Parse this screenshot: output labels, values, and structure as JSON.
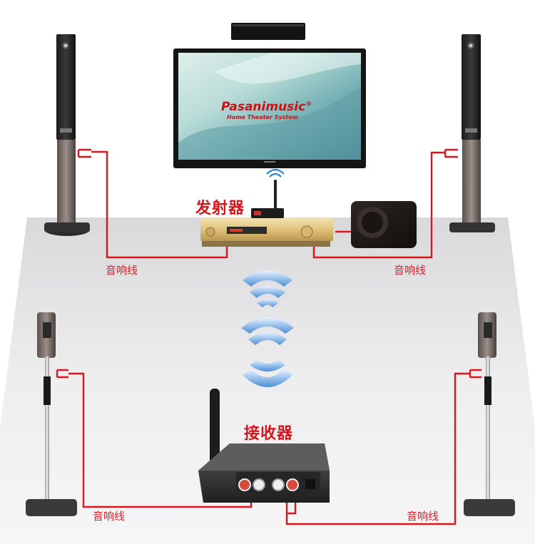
{
  "labels": {
    "transmitter": "发射器",
    "receiver": "接收器",
    "cable_top_left": "音响线",
    "cable_top_right": "音响线",
    "cable_bottom_left": "音响线",
    "cable_bottom_right": "音响线"
  },
  "tv_screen": {
    "brand": "Pasanimusic",
    "trademark": "®",
    "subtitle": "Home Theater System"
  },
  "colors": {
    "cable": "#e1141c",
    "label": "#e0202a",
    "floor": "#e9e9ea",
    "wave": "#6aa6e0"
  }
}
